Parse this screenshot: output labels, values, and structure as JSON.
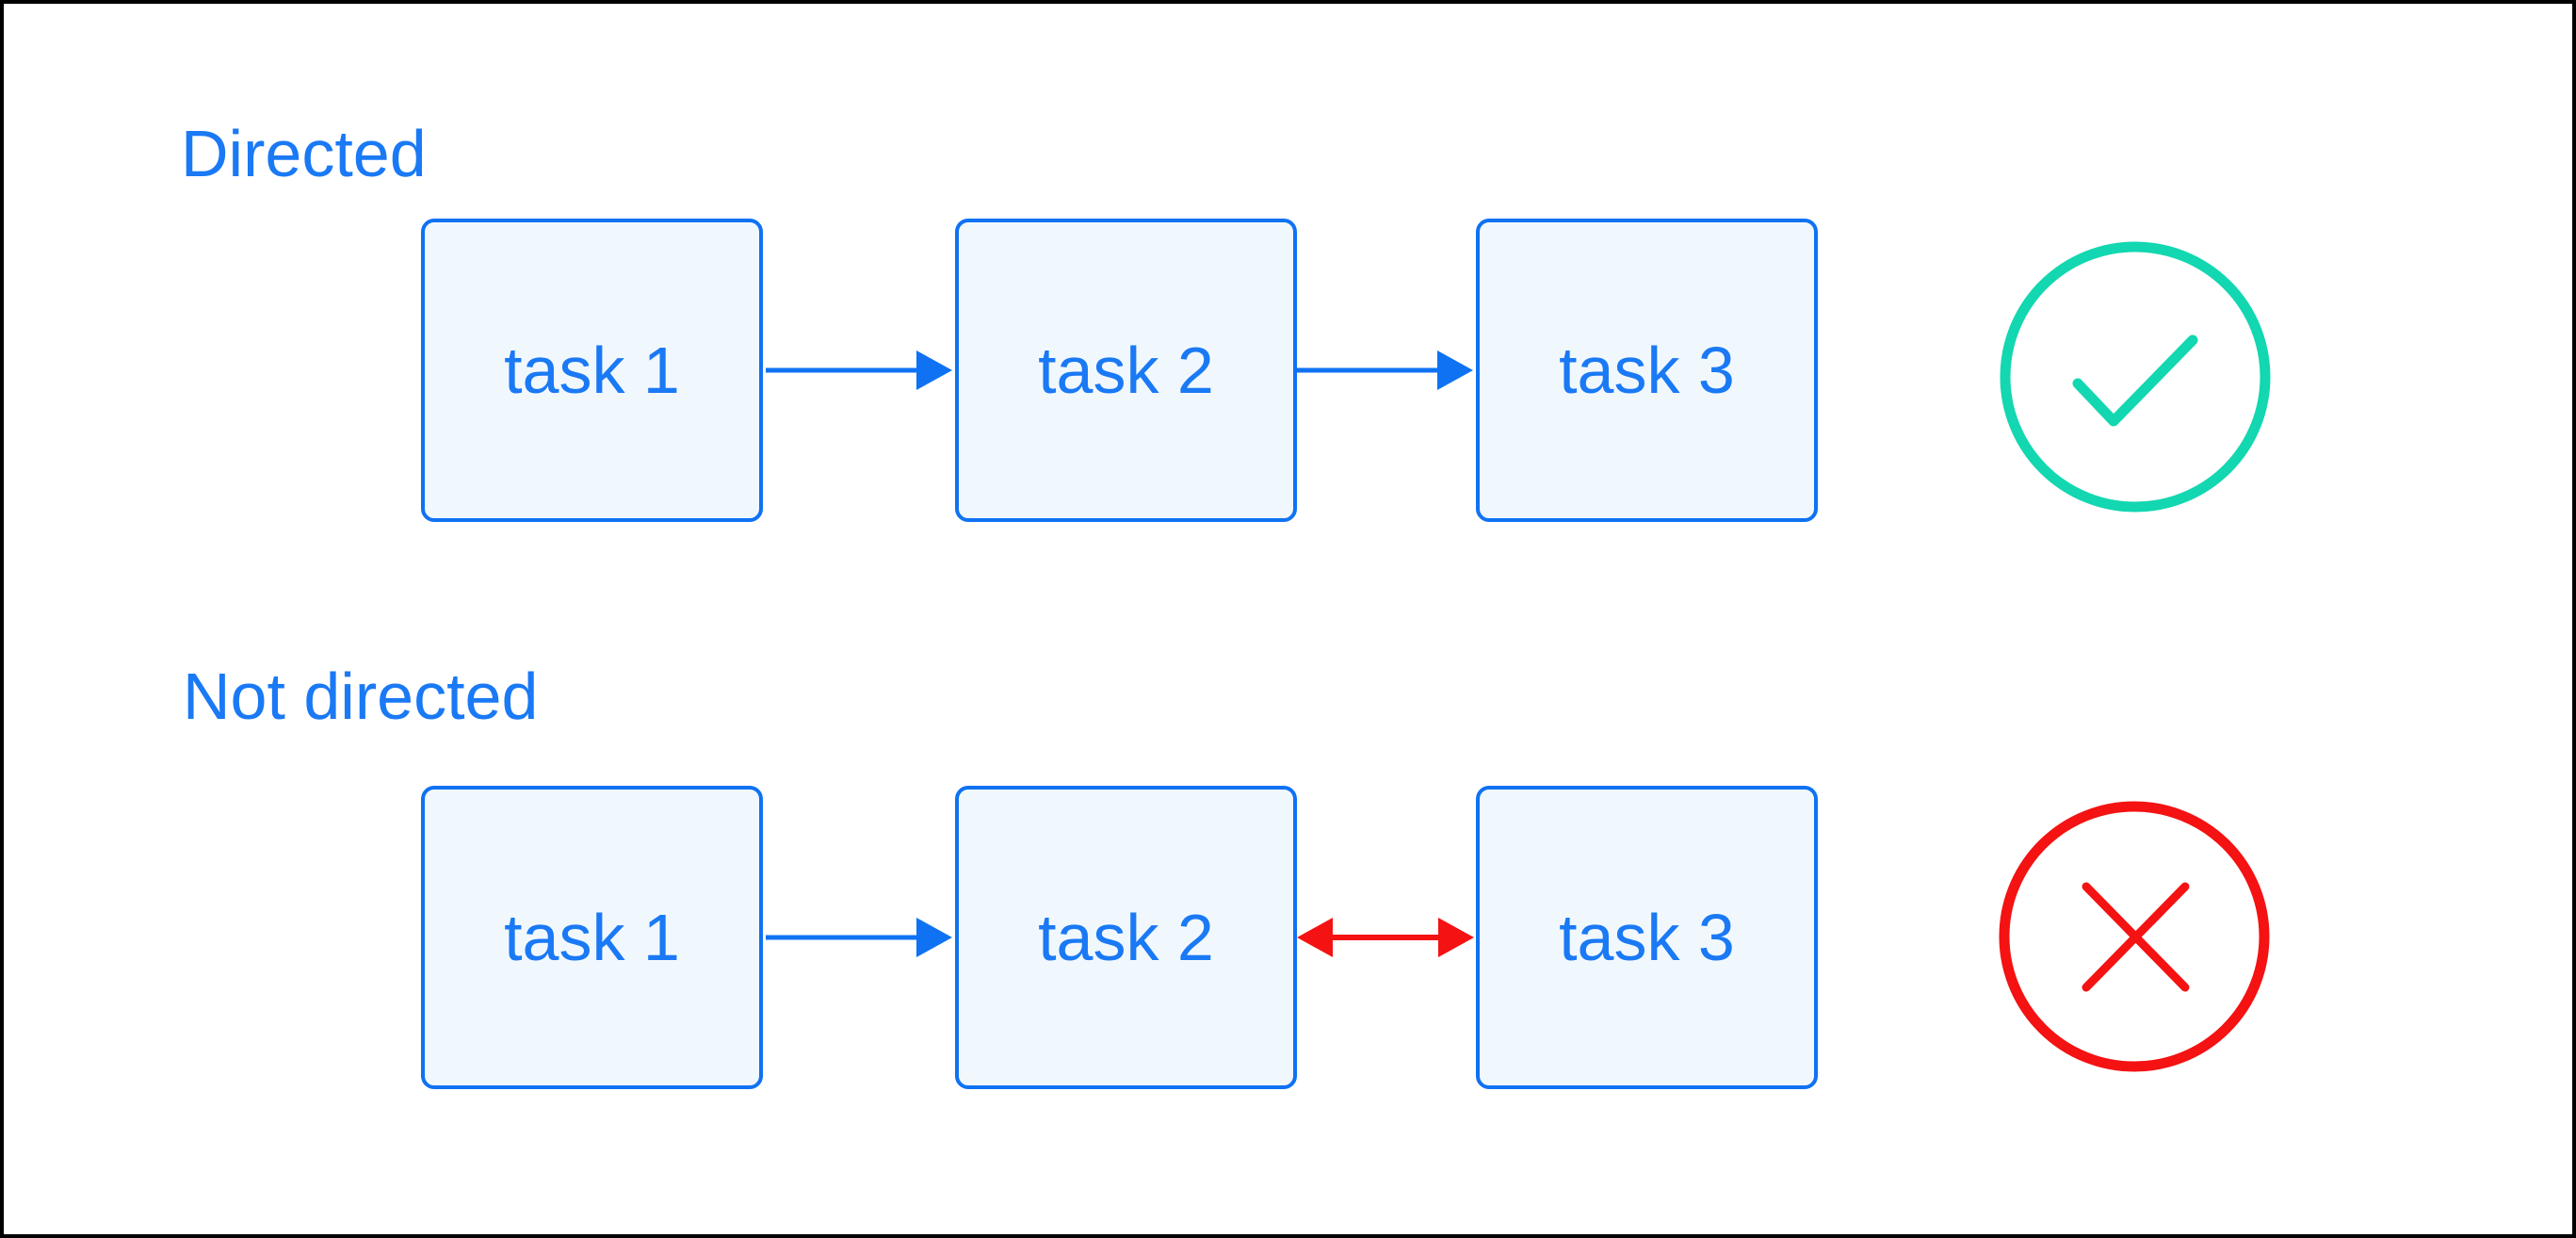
{
  "colors": {
    "blue": "#0f72f3",
    "blue_text": "#1a79f5",
    "node_fill": "#f1f8fd",
    "teal": "#12d7b1",
    "red": "#f41212",
    "frame": "#000000",
    "background": "#ffffff"
  },
  "sections": [
    {
      "label": "Directed",
      "nodes": [
        "task 1",
        "task 2",
        "task 3"
      ],
      "edges": [
        {
          "from": "task 1",
          "to": "task 2",
          "style": "directed",
          "color": "blue"
        },
        {
          "from": "task 2",
          "to": "task 3",
          "style": "directed",
          "color": "blue"
        }
      ],
      "verdict": "allowed",
      "verdict_icon": "check-circle-icon"
    },
    {
      "label": "Not directed",
      "nodes": [
        "task 1",
        "task 2",
        "task 3"
      ],
      "edges": [
        {
          "from": "task 1",
          "to": "task 2",
          "style": "directed",
          "color": "blue"
        },
        {
          "from": "task 2",
          "to": "task 3",
          "style": "bidirectional",
          "color": "red"
        }
      ],
      "verdict": "not-allowed",
      "verdict_icon": "cross-circle-icon"
    }
  ]
}
